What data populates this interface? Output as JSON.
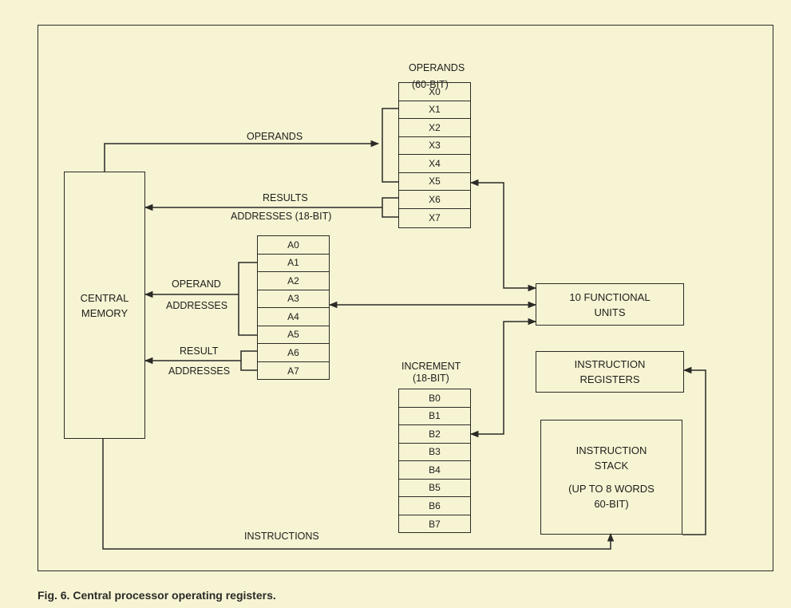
{
  "caption": "Fig. 6. Central processor operating registers.",
  "central_memory": {
    "line1": "CENTRAL",
    "line2": "MEMORY"
  },
  "functional_units": {
    "line1": "10 FUNCTIONAL",
    "line2": "UNITS"
  },
  "instruction_registers": {
    "line1": "INSTRUCTION",
    "line2": "REGISTERS"
  },
  "instruction_stack": {
    "line1": "INSTRUCTION",
    "line2": "STACK",
    "line3": "(UP TO 8 WORDS",
    "line4": "60-BIT)"
  },
  "x_registers": {
    "title": "OPERANDS",
    "subtitle": "(60-BIT)",
    "cells": [
      "X0",
      "X1",
      "X2",
      "X3",
      "X4",
      "X5",
      "X6",
      "X7"
    ]
  },
  "a_registers": {
    "title": "ADDRESSES (18-BIT)",
    "cells": [
      "A0",
      "A1",
      "A2",
      "A3",
      "A4",
      "A5",
      "A6",
      "A7"
    ]
  },
  "b_registers": {
    "title": "INCREMENT",
    "subtitle": "(18-BIT)",
    "cells": [
      "B0",
      "B1",
      "B2",
      "B3",
      "B4",
      "B5",
      "B6",
      "B7"
    ]
  },
  "flows": {
    "operands": "OPERANDS",
    "results": "RESULTS",
    "operand_addresses_1": "OPERAND",
    "operand_addresses_2": "ADDRESSES",
    "result_addresses_1": "RESULT",
    "result_addresses_2": "ADDRESSES",
    "instructions": "INSTRUCTIONS"
  }
}
